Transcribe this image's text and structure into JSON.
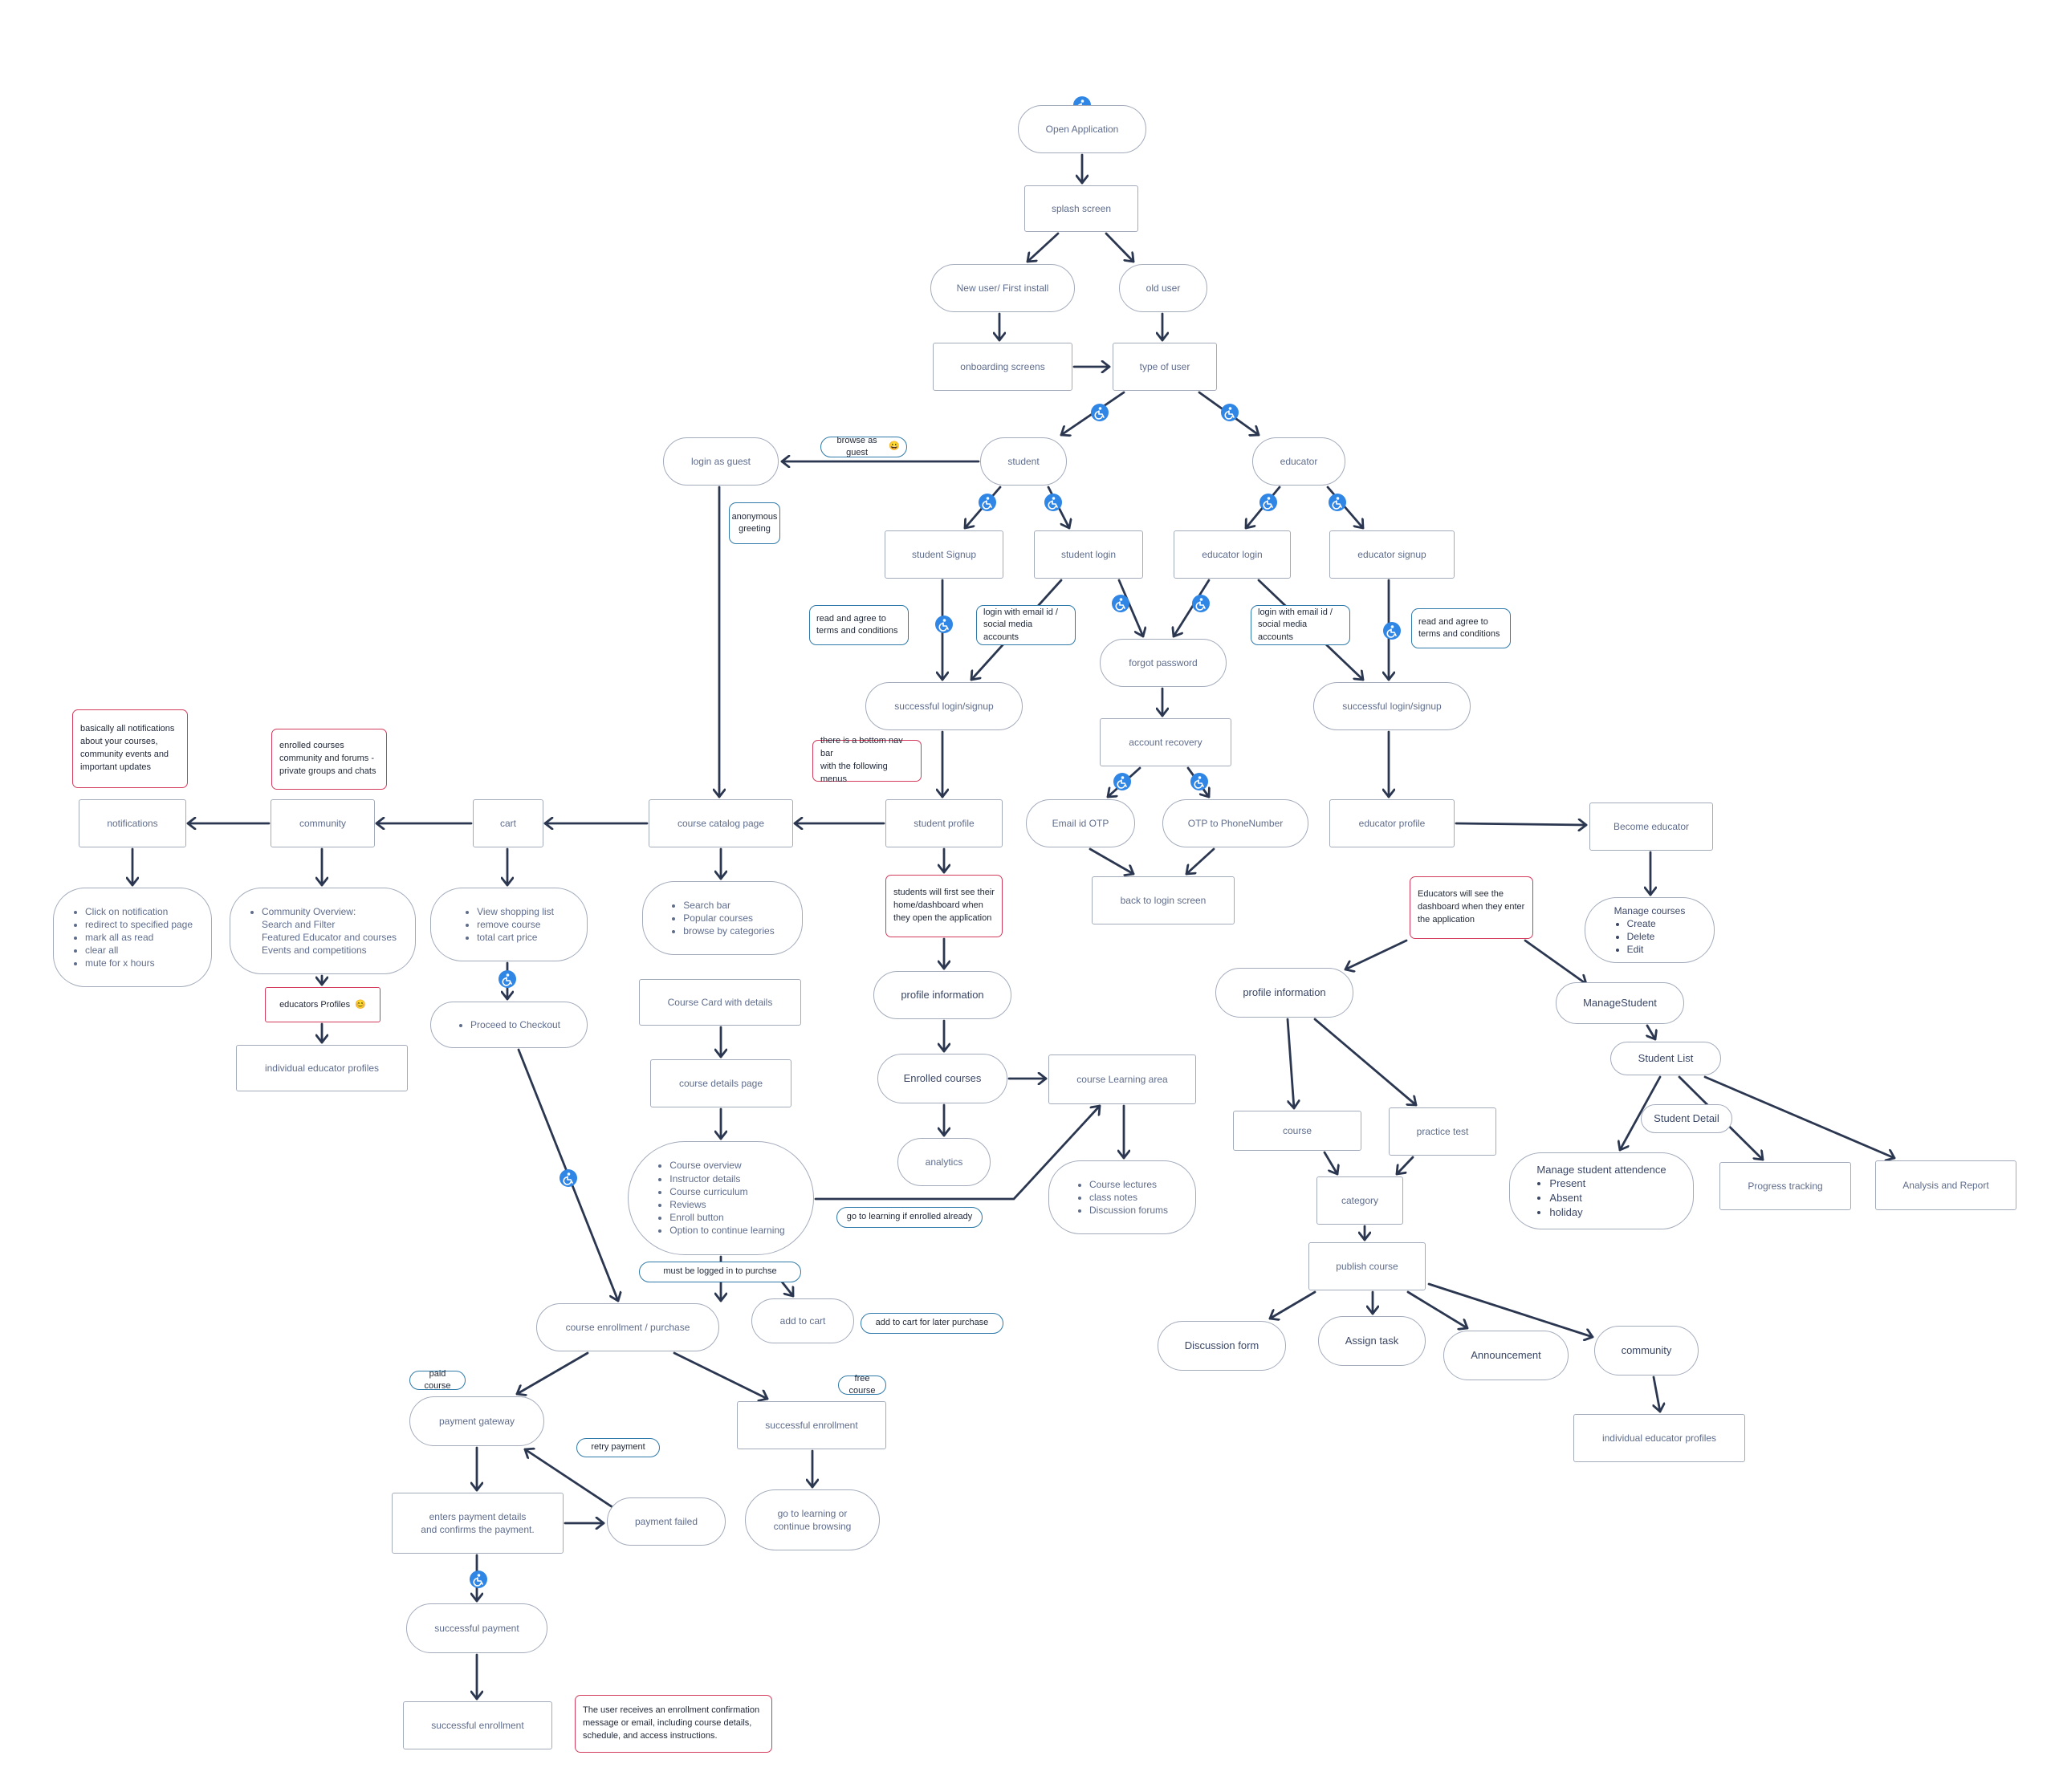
{
  "nodes": {
    "open_app": "Open Application",
    "splash": "splash screen",
    "new_user": "New user/ First install",
    "old_user": "old user",
    "onboarding": "onboarding screens",
    "type_user": "type of user",
    "login_guest": "login as guest",
    "student": "student",
    "educator": "educator",
    "student_signup": "student Signup",
    "student_login": "student login",
    "educator_login": "educator login",
    "educator_signup": "educator signup",
    "forgot_password": "forgot password",
    "success_left": "successful login/signup",
    "success_right": "successful login/signup",
    "account_recovery": "account recovery",
    "email_otp": "Email id OTP",
    "otp_phone": "OTP to PhoneNumber",
    "back_login": "back to login screen",
    "notifications": "notifications",
    "community": "community",
    "cart": "cart",
    "course_catalog": "course catalog page",
    "student_profile": "student profile",
    "educator_profile": "educator profile",
    "become_educator": "Become educator",
    "notif_list": [
      "Click on notification",
      "redirect to specified page",
      "mark all as read",
      "clear all",
      "mute for x hours"
    ],
    "community_list": [
      "Community Overview:",
      "Search and Filter",
      "Featured Educator and courses",
      "Events and competitions"
    ],
    "cart_list": [
      "View shopping list",
      "remove course",
      "total cart price"
    ],
    "catalog_list": [
      "Search bar",
      "Popular courses",
      "browse by categories"
    ],
    "educators_profiles": "educators Profiles",
    "educators_profiles_emoji": "😊",
    "individual_profiles_left": "individual educator profiles",
    "proceed_checkout": "Proceed to Checkout",
    "course_card": "Course Card with details",
    "course_details_page": "course details page",
    "course_details_list": [
      "Course overview",
      "Instructor details",
      "Course curriculum",
      "Reviews",
      "Enroll button",
      "Option to continue learning"
    ],
    "profile_info_left": "profile information",
    "enrolled_courses": "Enrolled courses",
    "course_learning": "course  Learning area",
    "analytics": "analytics",
    "learning_list": [
      "Course lectures",
      "class notes",
      "Discussion forums"
    ],
    "course_enroll": "course enrollment / purchase",
    "add_to_cart": "add to cart",
    "payment_gateway": "payment gateway",
    "success_enroll_free": "successful enrollment",
    "enter_payment_1": "enters payment details",
    "enter_payment_2": "and confirms the payment.",
    "payment_failed": "payment failed",
    "go_learning_1": "go to learning or",
    "go_learning_2": "continue browsing",
    "successful_payment": "successful payment",
    "success_enroll_paid": "successful enrollment",
    "manage_courses_title": "Manage courses",
    "manage_courses_list": [
      "Create",
      "Delete",
      "Edit"
    ],
    "profile_info_right": "profile information",
    "manage_student": "ManageStudent",
    "student_list": "Student List",
    "student_detail": "Student Detail",
    "attendance_title": "Manage student attendence",
    "attendance_list": [
      "Present",
      "Absent",
      "holiday"
    ],
    "progress_tracking": "Progress tracking",
    "analysis_report": "Analysis and Report",
    "course_right": "course",
    "practice_test": "practice test",
    "category": "category",
    "publish_course": "publish course",
    "discussion_form": "Discussion form",
    "assign_task": "Assign task",
    "announcement": "Announcement",
    "community_right": "community",
    "individual_profiles_right": "individual educator profiles"
  },
  "notes": {
    "notifications_note": [
      "basically all notifications",
      "about your courses,",
      "community events and",
      "important updates"
    ],
    "community_note": [
      "enrolled courses",
      "community and forums -",
      "private groups and chats"
    ],
    "navbar_note": [
      "there is a bottom nav bar",
      "with the following menus"
    ],
    "student_dash_note": [
      "students will first see their",
      "home/dashboard when",
      "they open the application"
    ],
    "educator_dash_note": [
      "Educators will see the",
      "dashboard when they enter",
      "the application"
    ],
    "enroll_confirm_note": [
      "The user receives an enrollment confirmation",
      "message or email, including course details,",
      "schedule, and access instructions."
    ]
  },
  "tags": {
    "browse_guest": "browse as guest",
    "browse_guest_emoji": "😀",
    "anonymous_greeting": [
      "anonymous",
      "greeting"
    ],
    "read_agree_left": [
      "read and agree to",
      "terms and conditions"
    ],
    "login_email_left": [
      "login with email id /",
      "social media accounts"
    ],
    "login_email_right": [
      "login with email id /",
      "social media accounts"
    ],
    "read_agree_right": [
      "read and agree to",
      "terms and conditions"
    ],
    "go_learning_enrolled": "go to learning if enrolled already",
    "must_logged_in": "must be logged in to purchse",
    "add_cart_later": "add to cart for later purchase",
    "paid_course": "paid course",
    "free_course": "free course",
    "retry_payment": "retry payment"
  },
  "colors": {
    "node_border": "#a3abbb",
    "edge": "#2b3750",
    "note_border": "#d23b5c",
    "tag_border": "#2f7aa8",
    "accessibility_badge": "#2f86e5"
  },
  "icons": {
    "accessibility": "accessibility-icon"
  }
}
